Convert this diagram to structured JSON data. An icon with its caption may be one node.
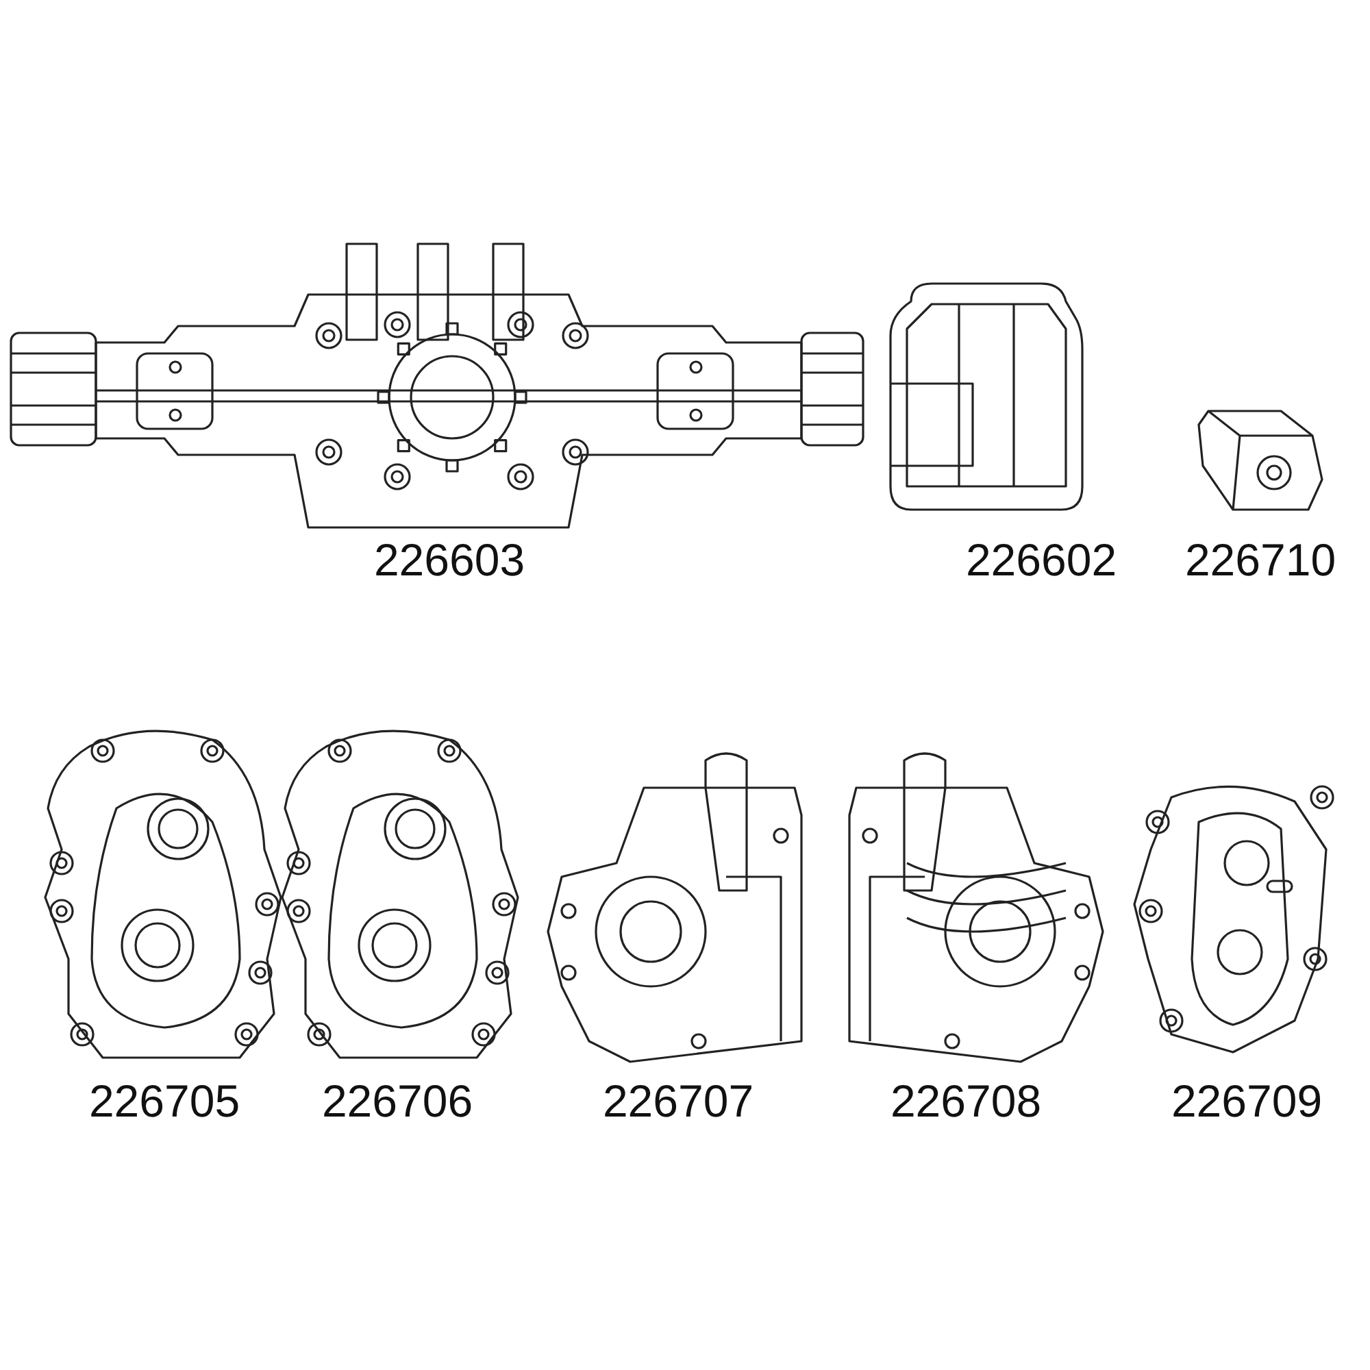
{
  "diagram": {
    "labels": [
      "226603",
      "226602",
      "226710",
      "226705",
      "226706",
      "226707",
      "226708",
      "226709"
    ]
  }
}
